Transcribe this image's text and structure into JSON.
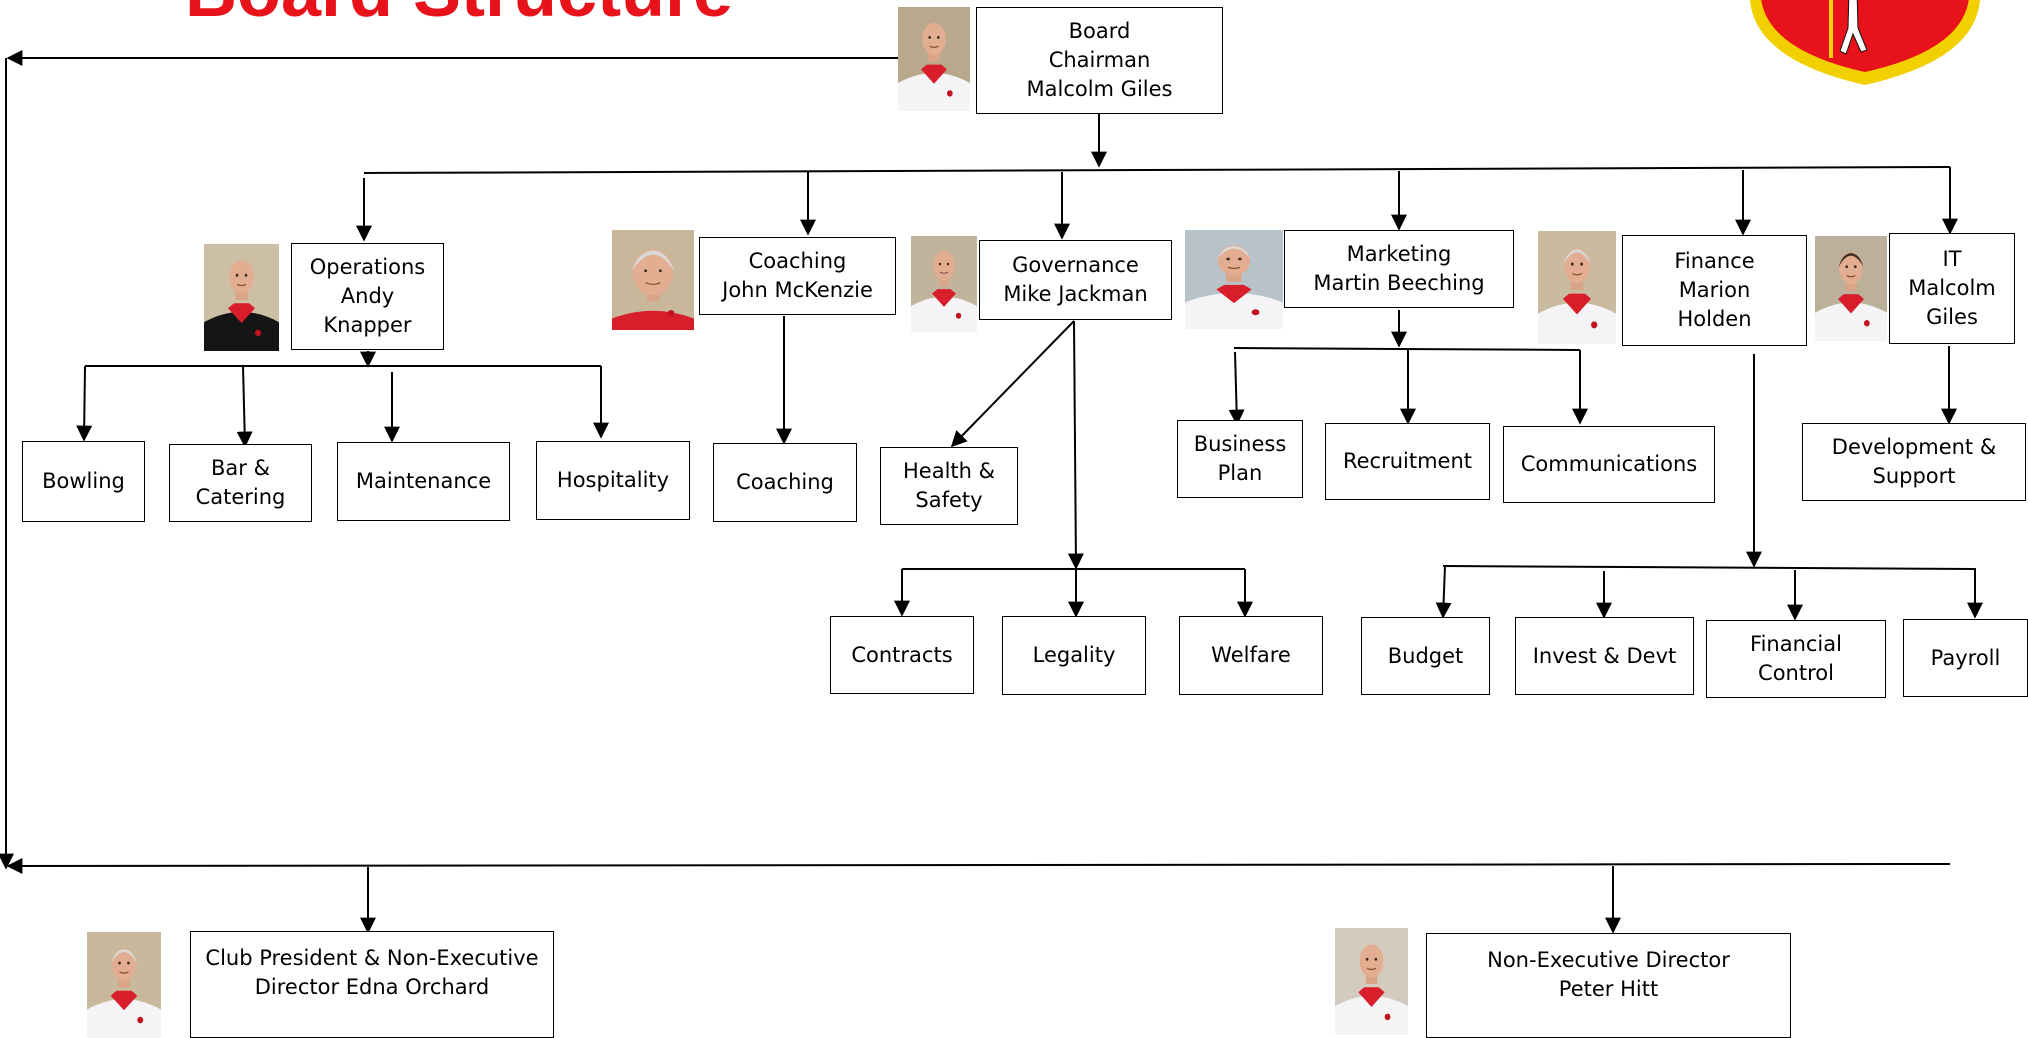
{
  "title": {
    "text": "Board Structure",
    "color": "#e8121b"
  },
  "logo": {
    "icon": "club-shield-logo",
    "colors": {
      "fill": "#e8121b",
      "border": "#f2d000"
    }
  },
  "colors": {
    "line": "#000000",
    "box_border": "#000000",
    "shirt_red": "#d81e2a"
  },
  "boxes": {
    "chairman": "Board\nChairman\nMalcolm Giles",
    "operations": "Operations\nAndy\nKnapper",
    "coaching_head": "Coaching\nJohn McKenzie",
    "governance": "Governance\nMike Jackman",
    "marketing": "Marketing\nMartin Beeching",
    "finance": "Finance\nMarion\nHolden",
    "it": "IT\nMalcolm\nGiles",
    "bowling": "Bowling",
    "bar_catering": "Bar &\nCatering",
    "maintenance": "Maintenance",
    "hospitality": "Hospitality",
    "coaching": "Coaching",
    "health_safety": "Health &\nSafety",
    "business_plan": "Business\nPlan",
    "recruitment": "Recruitment",
    "communications": "Communications",
    "development_support": "Development &\nSupport",
    "contracts": "Contracts",
    "legality": "Legality",
    "welfare": "Welfare",
    "budget": "Budget",
    "invest_devt": "Invest & Devt",
    "financial_control": "Financial\nControl",
    "payroll": "Payroll",
    "president": "Club President & Non-Executive\nDirector Edna Orchard",
    "ned": "Non-Executive Director\nPeter Hitt"
  },
  "photos": {
    "chairman": {
      "shirt": "white",
      "hair": "bald",
      "backdrop": "#b9a88e"
    },
    "operations": {
      "shirt": "black",
      "hair": "bald",
      "backdrop": "#cdbfa6"
    },
    "coaching_head": {
      "shirt": "red",
      "hair": "white",
      "backdrop": "#c8b79b",
      "closeup": true
    },
    "governance": {
      "shirt": "white",
      "hair": "bald",
      "backdrop": "#c2b49c"
    },
    "marketing": {
      "shirt": "white",
      "hair": "white",
      "backdrop": "#b8c3c9"
    },
    "finance": {
      "shirt": "white",
      "hair": "white",
      "backdrop": "#c9baa0"
    },
    "it": {
      "shirt": "white",
      "hair": "dark",
      "backdrop": "#bdb09a"
    },
    "president": {
      "shirt": "white",
      "hair": "white",
      "backdrop": "#c8b89c"
    },
    "ned": {
      "shirt": "white",
      "hair": "bald",
      "backdrop": "#d3cbbd"
    }
  }
}
